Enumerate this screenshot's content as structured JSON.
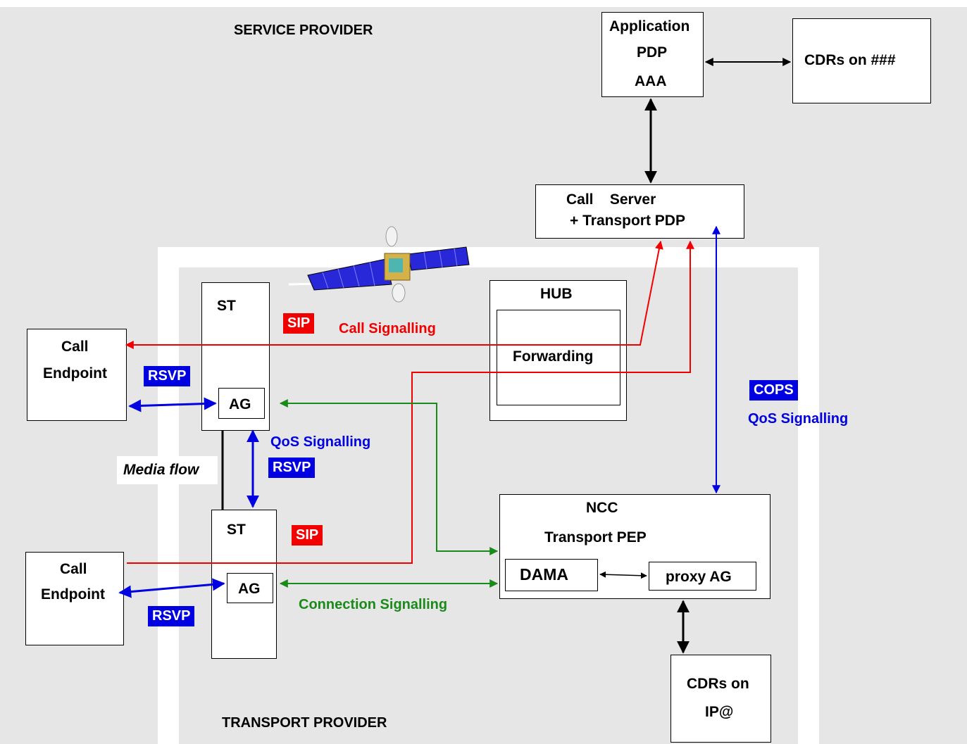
{
  "regions": {
    "service_provider": "SERVICE PROVIDER",
    "transport_provider": "TRANSPORT PROVIDER"
  },
  "boxes": {
    "application": {
      "line1": "Application",
      "line2": "PDP",
      "line3": "AAA"
    },
    "cdrs_top": "CDRs on ###",
    "call_server": {
      "line1": "Call    Server",
      "line2": "+ Transport PDP"
    },
    "st_top": "ST",
    "st_bottom": "ST",
    "ag_top": "AG",
    "ag_bottom": "AG",
    "hub": "HUB",
    "forwarding": "Forwarding",
    "call_endpoint_top": {
      "line1": "Call",
      "line2": "Endpoint"
    },
    "call_endpoint_bottom": {
      "line1": "Call",
      "line2": "Endpoint"
    },
    "ncc": {
      "title": "NCC",
      "subtitle": "Transport PEP"
    },
    "dama": "DAMA",
    "proxy_ag": "proxy AG",
    "cdrs_bottom": {
      "line1": "CDRs on",
      "line2": "IP@"
    }
  },
  "tags": {
    "sip_top": "SIP",
    "sip_bottom": "SIP",
    "rsvp_left_top": "RSVP",
    "rsvp_middle": "RSVP",
    "rsvp_left_bottom": "RSVP",
    "cops": "COPS"
  },
  "labels": {
    "call_signalling": "Call Signalling",
    "qos_signalling_mid": "QoS Signalling",
    "qos_signalling_right": "QoS Signalling",
    "connection_signalling": "Connection Signalling",
    "media_flow": "Media flow"
  },
  "colors": {
    "call_signalling": "#f20000",
    "qos_signalling": "#0000e0",
    "connection_signalling": "#1a8a1a",
    "service_provider_bg": "#e6e6e6",
    "transport_provider_bg": "#e6e6e6"
  },
  "icons": {
    "satellite": "satellite-icon"
  }
}
